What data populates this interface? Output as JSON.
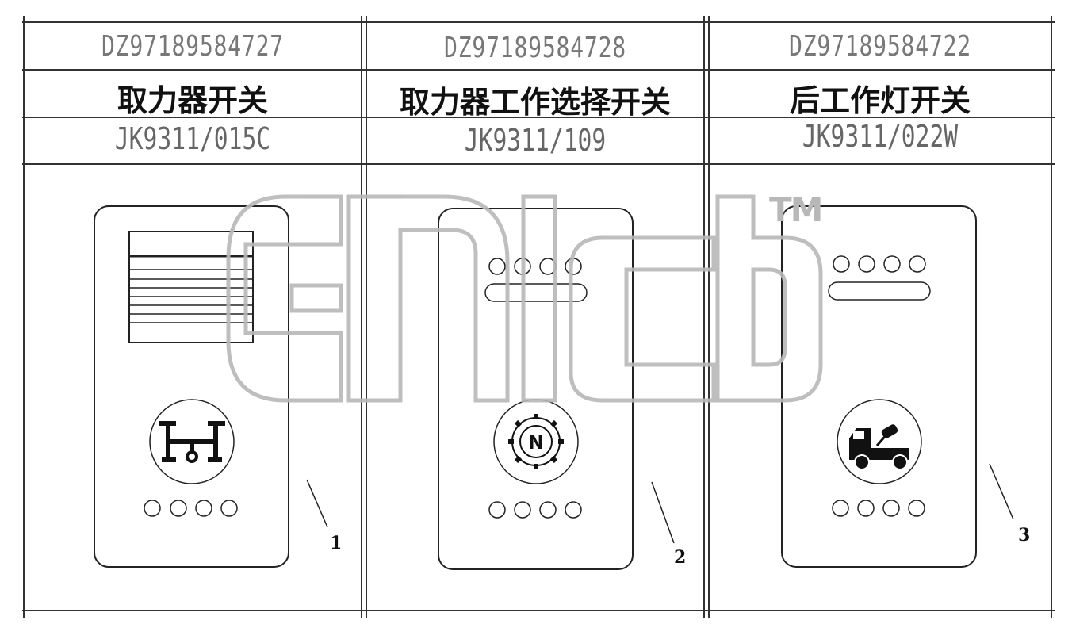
{
  "columns": [
    {
      "drawing_no": "DZ97189584727",
      "name": "取力器开关",
      "part_no": "JK9311/015C",
      "callout": "1",
      "symbol": "pto-shaft-icon"
    },
    {
      "drawing_no": "DZ97189584728",
      "name": "取力器工作选择开关",
      "part_no": "JK9311/109",
      "callout": "2",
      "symbol": "gear-neutral-icon",
      "symbol_letter": "N"
    },
    {
      "drawing_no": "DZ97189584722",
      "name": "后工作灯开关",
      "part_no": "JK9311/022W",
      "callout": "3",
      "symbol": "truck-work-light-icon"
    }
  ],
  "watermark": {
    "tm": "TM"
  },
  "colors": {
    "line": "#222222",
    "watermark": "#b8b8b8",
    "symbol": "#111111"
  }
}
